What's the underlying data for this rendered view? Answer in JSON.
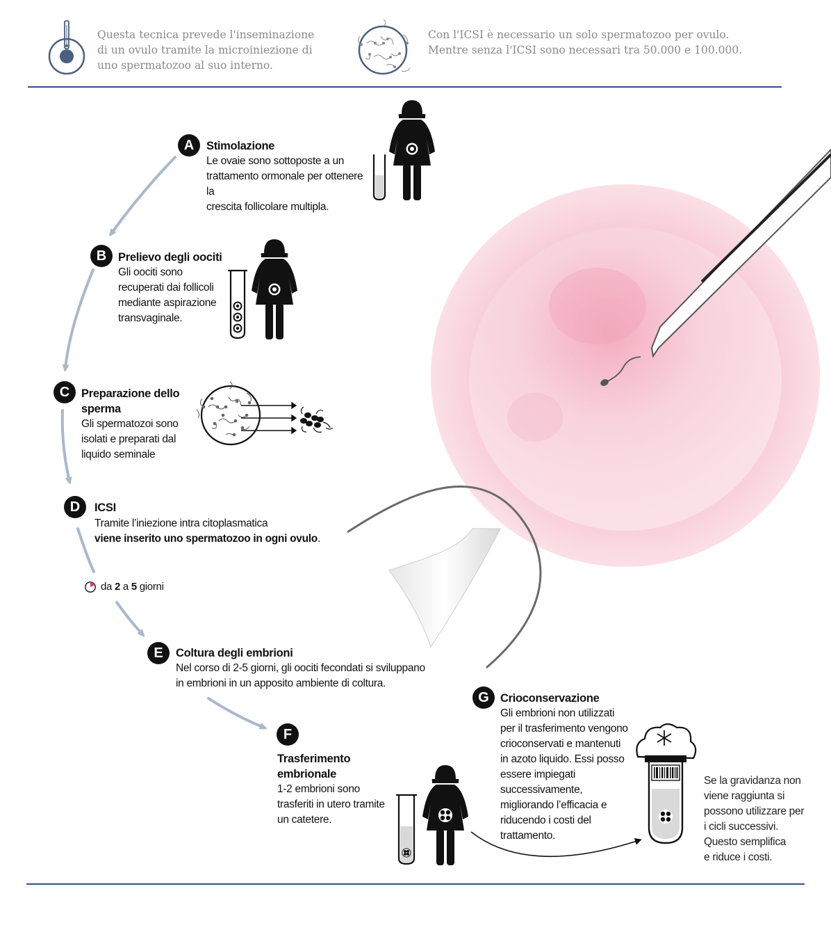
{
  "intro": {
    "left_text": [
      "Questa tecnica prevede l'inseminazione",
      "di un ovulo tramite la microiniezione di",
      "uno spermatozoo al suo interno."
    ],
    "right_text": [
      "Con l'ICSI è necessario un solo spermatozoo per ovulo.",
      "Mentre senza l'ICSI sono necessari tra 50.000 e 100.000."
    ]
  },
  "steps": {
    "a": {
      "letter": "A",
      "title": "Stimolazione",
      "lines": [
        "Le ovaie sono sottoposte a un",
        "trattamento ormonale per ottenere la",
        "crescita follicolare multipla."
      ]
    },
    "b": {
      "letter": "B",
      "title": "Prelievo degli oociti",
      "lines": [
        "Gli oociti sono",
        "recuperati dai follicoli",
        "mediante aspirazione",
        "transvaginale."
      ]
    },
    "c": {
      "letter": "C",
      "title_lines": [
        "Preparazione dello",
        "sperma"
      ],
      "lines": [
        "Gli spermatozoi sono",
        "isolati e preparati dal",
        "liquido seminale"
      ]
    },
    "d": {
      "letter": "D",
      "title": "ICSI",
      "line1": "Tramite l’iniezione intra citoplasmatica",
      "line2_bold": "viene inserito uno spermatozoo in ogni ovulo",
      "line2_end": "."
    },
    "e": {
      "letter": "E",
      "title": "Coltura degli embrioni",
      "lines": [
        "Nel corso di 2-5 giorni, gli oociti fecondati si sviluppano",
        "in embrioni in un apposito ambiente di coltura."
      ]
    },
    "f": {
      "letter": "F",
      "title_lines": [
        "Trasferimento",
        "embrionale"
      ],
      "lines": [
        "1-2 embrioni sono",
        "trasferiti in utero tramite",
        "un catetere."
      ]
    },
    "g": {
      "letter": "G",
      "title": "Crioconservazione",
      "lines": [
        "Gli embrioni non utilizzati",
        "per il trasferimento vengono",
        "crioconservati e mantenuti",
        "in azoto liquido. Essi posso",
        "essere impiegati",
        "successivamente,",
        "migliorando l’efficacia e",
        "riducendo i costi del",
        "trattamento."
      ]
    }
  },
  "duration": {
    "pre": "da",
    "from": "2",
    "mid": "a",
    "to": "5",
    "post": "giorni"
  },
  "side_note": [
    "Se la gravidanza non",
    "viene raggiunta si",
    "possono utilizzare per",
    "i cicli successivi.",
    "Questo semplifica",
    "e riduce i costi."
  ],
  "colors": {
    "rule": "#2f5186",
    "arrow": "#a9b8cc",
    "intro_text": "#8a8a8a",
    "egg": "#f7c9d3",
    "badge": "#111111"
  }
}
